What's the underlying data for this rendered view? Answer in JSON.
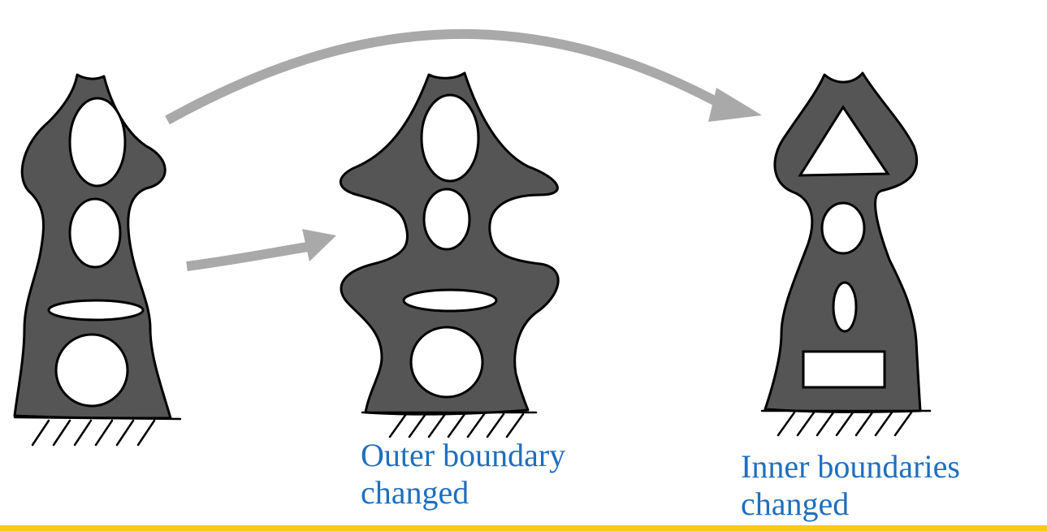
{
  "captions": {
    "outer_line1": "Outer boundary",
    "outer_line2": "changed",
    "inner_line1": "Inner boundaries",
    "inner_line2": "changed"
  },
  "colors": {
    "shape_fill": "#555555",
    "outline": "#000000",
    "arrow": "#a9a9a9",
    "caption_text": "#1f6fbd",
    "bottom_bar": "#f7c918",
    "background": "#ffffff"
  }
}
